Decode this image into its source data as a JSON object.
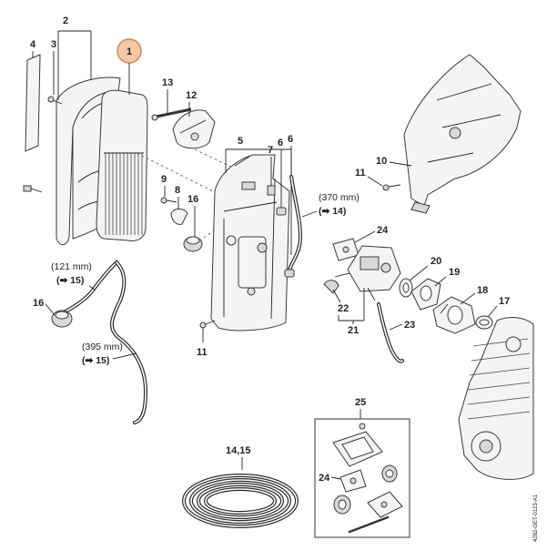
{
  "callouts": {
    "c1": "1",
    "c2": "2",
    "c3": "3",
    "c4": "4",
    "c5": "5",
    "c6a": "6",
    "c6b": "6",
    "c7": "7",
    "c8": "8",
    "c9": "9",
    "c10": "10",
    "c11a": "11",
    "c11b": "11",
    "c12": "12",
    "c13": "13",
    "c14_15": "14,15",
    "c16a": "16",
    "c16b": "16",
    "c17": "17",
    "c18": "18",
    "c19": "19",
    "c20": "20",
    "c21": "21",
    "c22": "22",
    "c23": "23",
    "c24a": "24",
    "c24b": "24",
    "c25": "25"
  },
  "hose_notes": {
    "h370_len": "(370 mm)",
    "h370_ref": "(➡ 14)",
    "h121_len": "(121 mm)",
    "h121_ref": "(➡ 15)",
    "h395_len": "(395 mm)",
    "h395_ref": "(➡ 15)"
  },
  "drawing_code": "4282-GET-0123-A1",
  "colors": {
    "highlight_fill": "#f5c9a6",
    "highlight_stroke": "#c98a5a",
    "line": "#222222"
  }
}
